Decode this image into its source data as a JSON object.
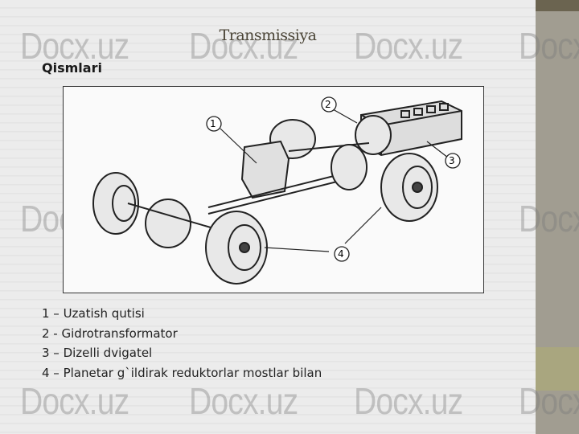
{
  "slide": {
    "title": "Transmissiya",
    "subtitle": "Qismlari",
    "diagram_callouts": [
      "1",
      "2",
      "3",
      "4"
    ],
    "legend": [
      "1 – Uzatish qutisi",
      "2 - Gidrotransformator",
      "3 – Dizelli dvigatel",
      "4 – Planetar g`ildirak reduktorlar mostlar bilan"
    ]
  },
  "watermark": "Docx.uz",
  "colors": {
    "sidebar": "#a19d91",
    "sidebar_top": "#6b6450",
    "sidebar_accent": "#a9a67f",
    "title": "#4a4436"
  }
}
